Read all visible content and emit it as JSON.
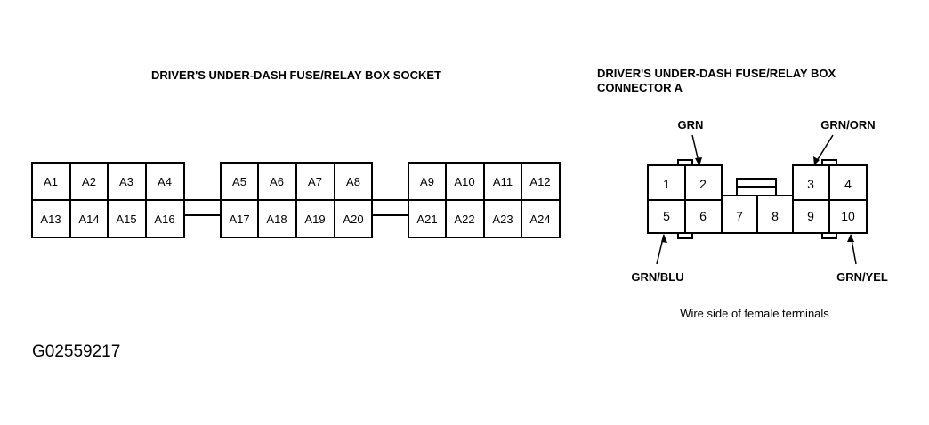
{
  "socket": {
    "title": "DRIVER'S UNDER-DASH FUSE/RELAY BOX SOCKET",
    "blocks": [
      {
        "top": [
          "A1",
          "A2",
          "A3",
          "A4"
        ],
        "bottom": [
          "A13",
          "A14",
          "A15",
          "A16"
        ]
      },
      {
        "top": [
          "A5",
          "A6",
          "A7",
          "A8"
        ],
        "bottom": [
          "A17",
          "A18",
          "A19",
          "A20"
        ]
      },
      {
        "top": [
          "A9",
          "A10",
          "A11",
          "A12"
        ],
        "bottom": [
          "A21",
          "A22",
          "A23",
          "A24"
        ]
      }
    ]
  },
  "connector": {
    "title_line1": "DRIVER'S UNDER-DASH FUSE/RELAY BOX",
    "title_line2": "CONNECTOR A",
    "pins": {
      "p1": "1",
      "p2": "2",
      "p3": "3",
      "p4": "4",
      "p5": "5",
      "p6": "6",
      "p7": "7",
      "p8": "8",
      "p9": "9",
      "p10": "10"
    },
    "wires": {
      "grn": "GRN",
      "grn_orn": "GRN/ORN",
      "grn_blu": "GRN/BLU",
      "grn_yel": "GRN/YEL"
    },
    "caption": "Wire side of female terminals"
  },
  "figure_code": "G02559217"
}
